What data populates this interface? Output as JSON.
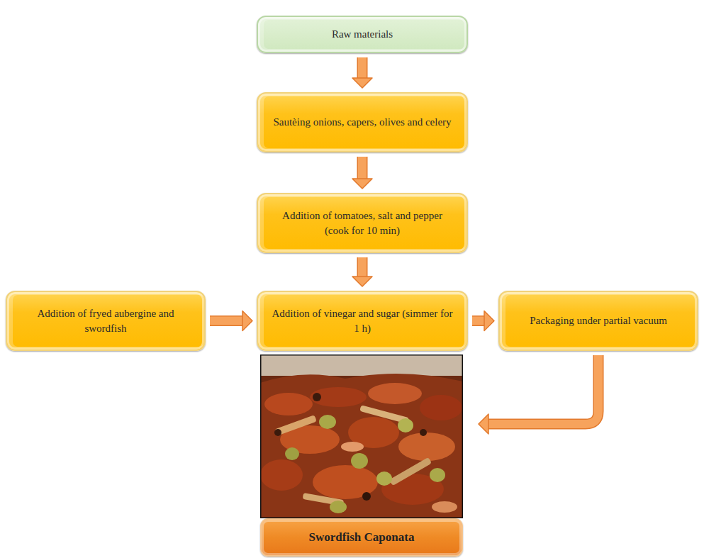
{
  "diagram": {
    "nodes": [
      {
        "text": [
          "Raw materials"
        ]
      },
      {
        "text": [
          "Sautèing onions, capers, olives and celery"
        ]
      },
      {
        "text": [
          "Addition of tomatoes, salt and pepper (cook for 10 min)"
        ]
      },
      {
        "text": [
          "Addition of fryed aubergine and swordfish"
        ]
      },
      {
        "text": [
          "Addition of vinegar and sugar (simmer for 1 h)"
        ]
      },
      {
        "text": [
          "Packaging under partial vacuum"
        ]
      },
      {
        "text": [
          "Swordfish Caponata"
        ]
      }
    ],
    "edges": [
      {
        "from": 0,
        "to": 1,
        "arrow": "to"
      },
      {
        "from": 1,
        "to": 2,
        "arrow": "to"
      },
      {
        "from": 2,
        "to": 4,
        "arrow": "to"
      },
      {
        "from": 3,
        "to": 4,
        "arrow": "to"
      },
      {
        "from": 4,
        "to": 5,
        "arrow": "to"
      },
      {
        "from": 5,
        "to": 6,
        "arrow": "to"
      }
    ]
  }
}
